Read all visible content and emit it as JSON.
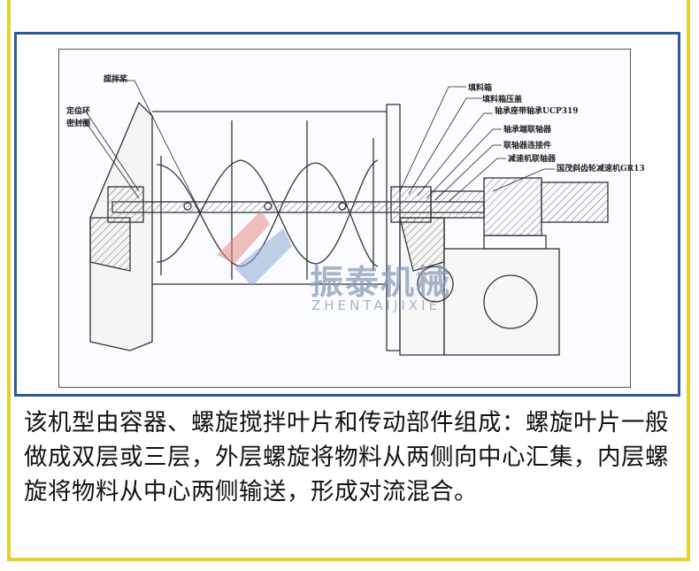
{
  "diagram": {
    "labels": {
      "agitator": "搅拌桨",
      "positioning_ring": "定位环",
      "seal_ring": "密封圈",
      "packing_box": "填料箱",
      "packing_gland": "填料箱压盖",
      "bearing_seat": "轴承座带轴承UCP319",
      "bearing_coupling": "轴承端联轴器",
      "coupling_connector": "联轴器连接件",
      "reducer_coupling": "减速机联轴器",
      "reducer": "国茂斜齿轮减速机GR13"
    },
    "watermark": {
      "cn": "振泰机械",
      "en": "ZHENTAIJIXIE"
    }
  },
  "description": "该机型由容器、螺旋搅拌叶片和传动部件组成：螺旋叶片一般做成双层或三层，外层螺旋将物料从两侧向中心汇集，内层螺旋将物料从中心两侧输送，形成对流混合。",
  "colors": {
    "yellow_frame": "#e9cf2c",
    "blue_frame": "#2a5a9c"
  }
}
